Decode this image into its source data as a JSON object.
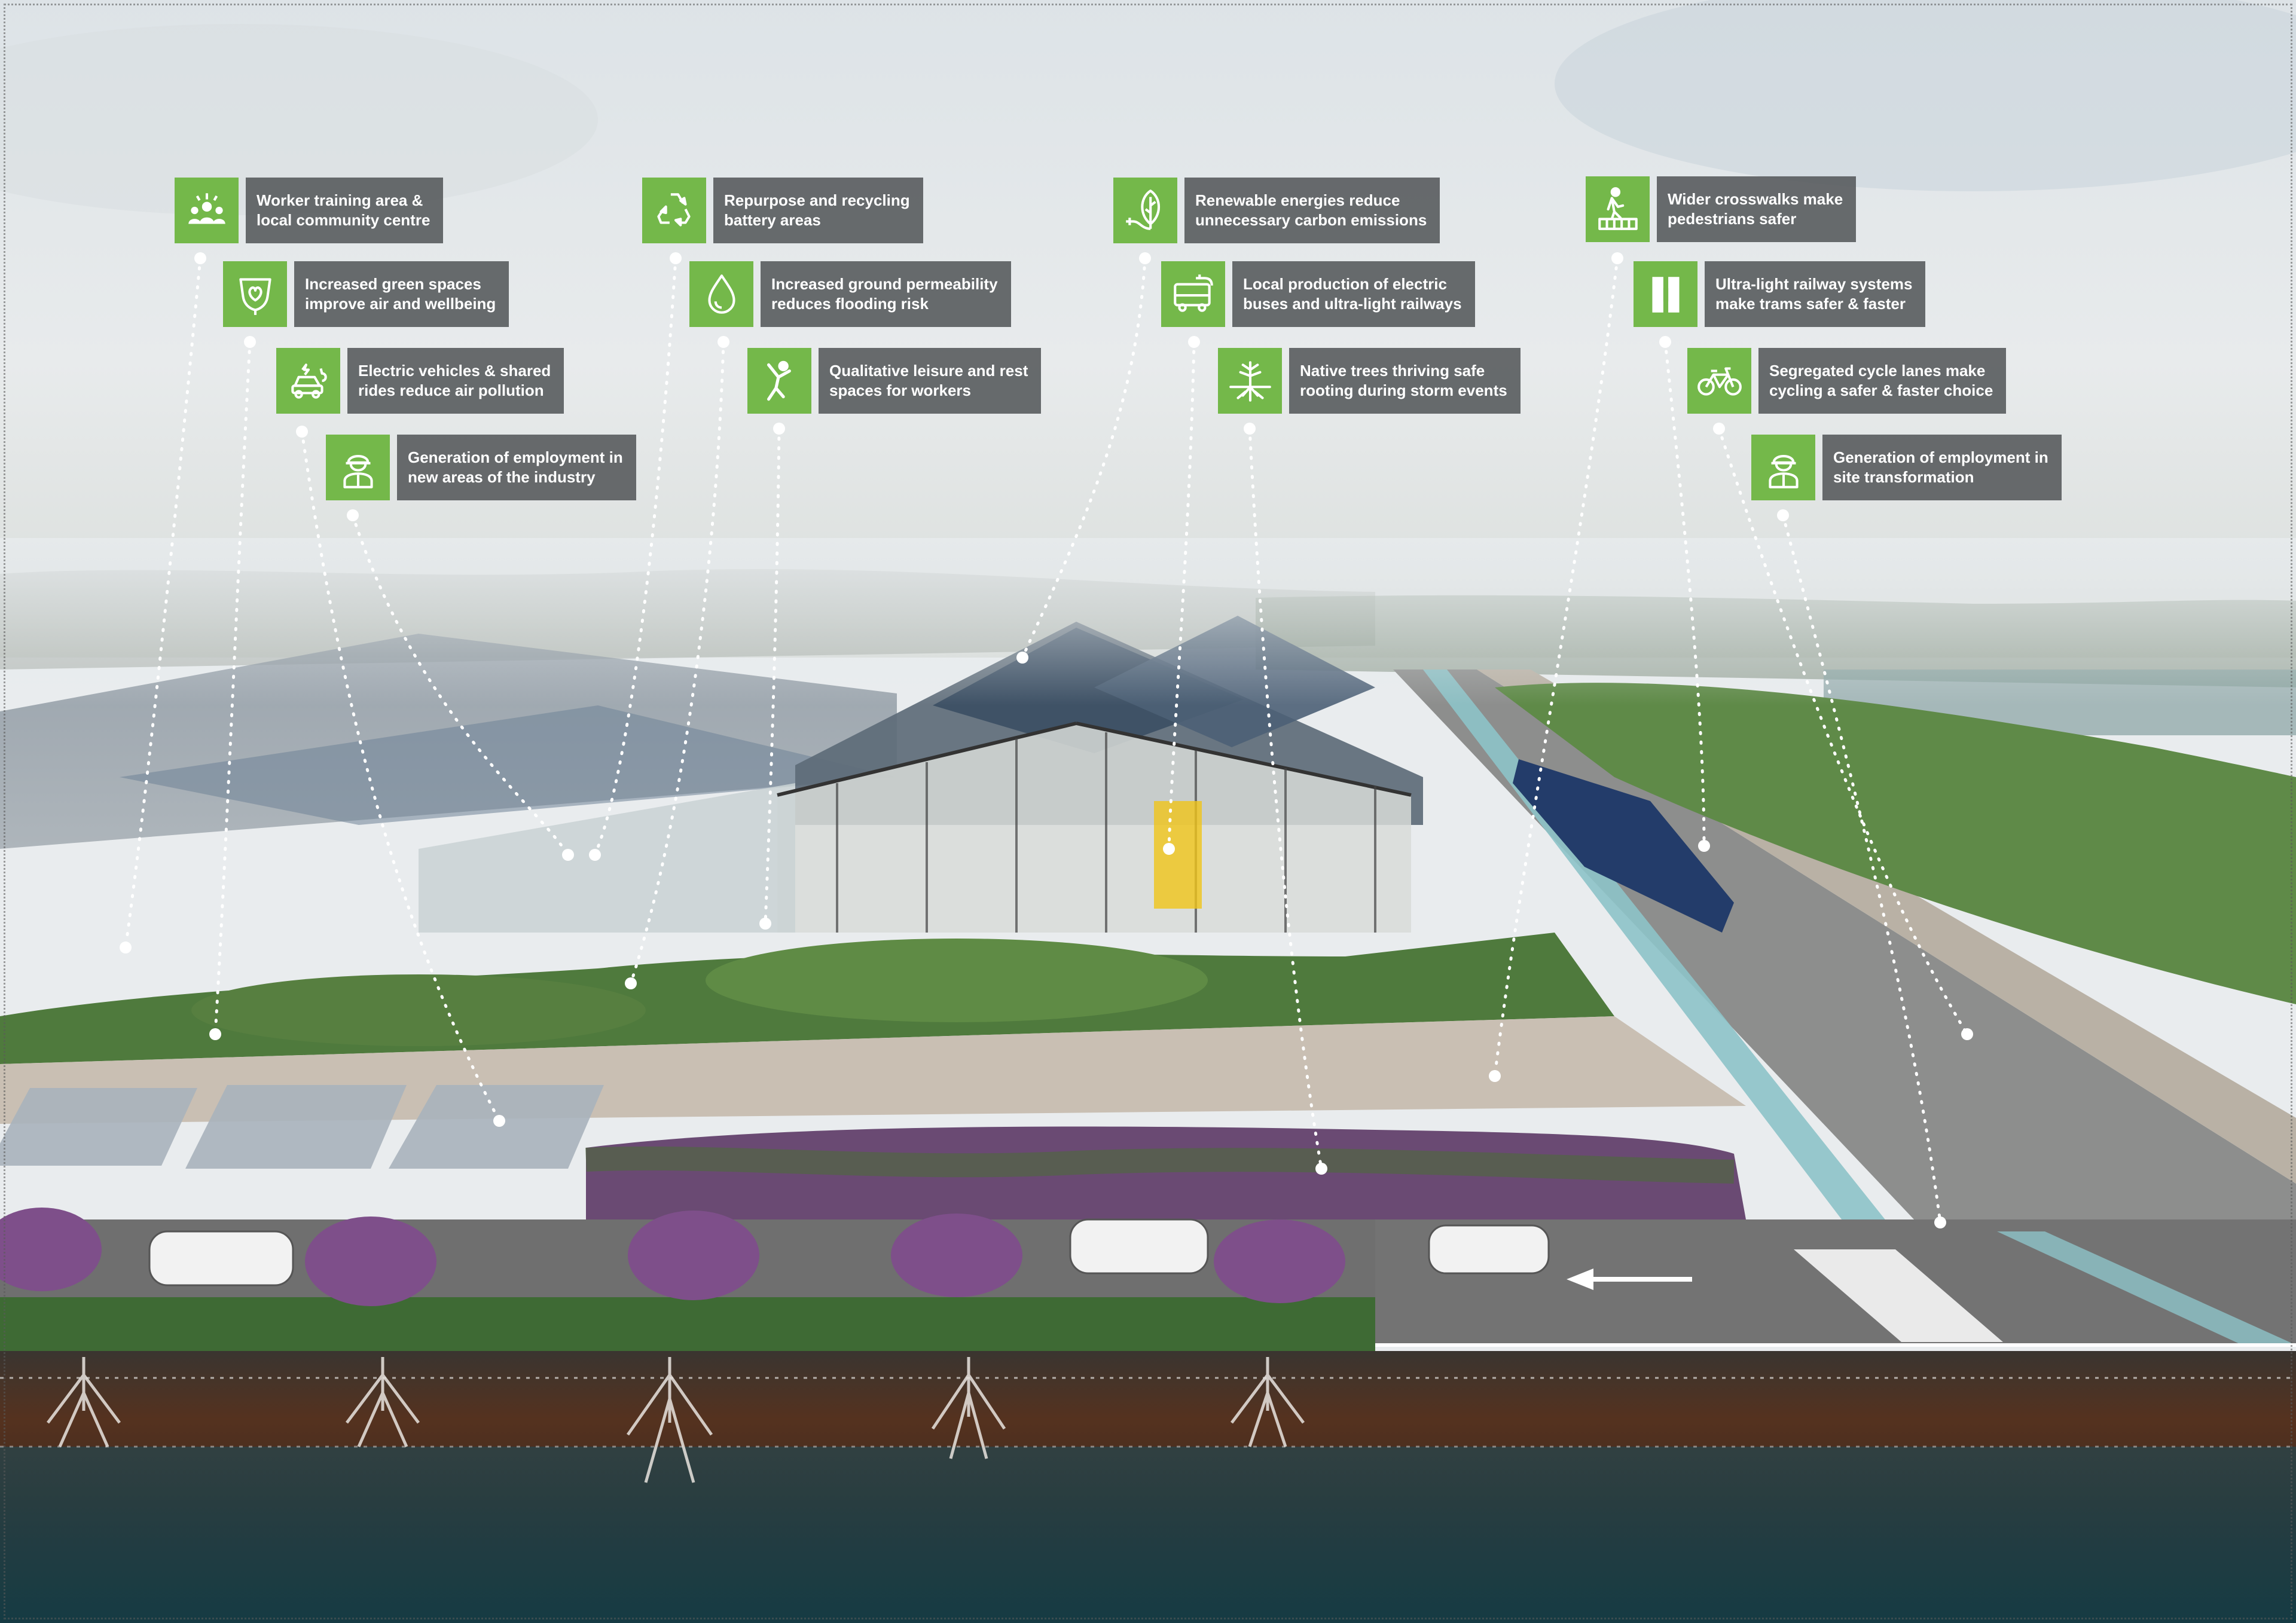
{
  "colors": {
    "icon_green": "#74b84a",
    "label_background": "#54585a",
    "label_text": "#ffffff",
    "leader_lines": "#ffffff"
  },
  "callouts": [
    {
      "id": "worker-training",
      "icon": "community-icon",
      "text": "Worker training area &\nlocal community centre"
    },
    {
      "id": "green-spaces",
      "icon": "leaf-heart-icon",
      "text": "Increased green spaces\nimprove air and wellbeing"
    },
    {
      "id": "electric-vehicles",
      "icon": "electric-car-icon",
      "text": "Electric vehicles & shared\nrides reduce air pollution"
    },
    {
      "id": "employment-industry",
      "icon": "worker-icon",
      "text": "Generation of employment in\nnew areas of the industry"
    },
    {
      "id": "recycling-battery",
      "icon": "recycle-icon",
      "text": "Repurpose and recycling\nbattery areas"
    },
    {
      "id": "ground-permeability",
      "icon": "water-drop-icon",
      "text": "Increased ground permeability\nreduces flooding risk"
    },
    {
      "id": "leisure-spaces",
      "icon": "leisure-person-icon",
      "text": "Qualitative leisure and rest\nspaces for workers"
    },
    {
      "id": "renewable-energy",
      "icon": "leaf-plug-icon",
      "text": "Renewable energies reduce\nunnecessary carbon emissions"
    },
    {
      "id": "electric-buses",
      "icon": "electric-bus-icon",
      "text": "Local production of electric\nbuses and ultra-light railways"
    },
    {
      "id": "native-trees",
      "icon": "tree-roots-icon",
      "text": "Native trees thriving safe\nrooting during storm events"
    },
    {
      "id": "crosswalks",
      "icon": "pedestrian-crossing-icon",
      "text": "Wider crosswalks make\npedestrians safer"
    },
    {
      "id": "light-railway",
      "icon": "tram-icon",
      "text": "Ultra-light railway systems\nmake trams safer & faster"
    },
    {
      "id": "cycle-lanes",
      "icon": "bicycle-icon",
      "text": "Segregated cycle lanes make\ncycling a safer & faster choice"
    },
    {
      "id": "employment-site",
      "icon": "worker-icon",
      "text": "Generation of employment in\nsite transformation"
    }
  ]
}
